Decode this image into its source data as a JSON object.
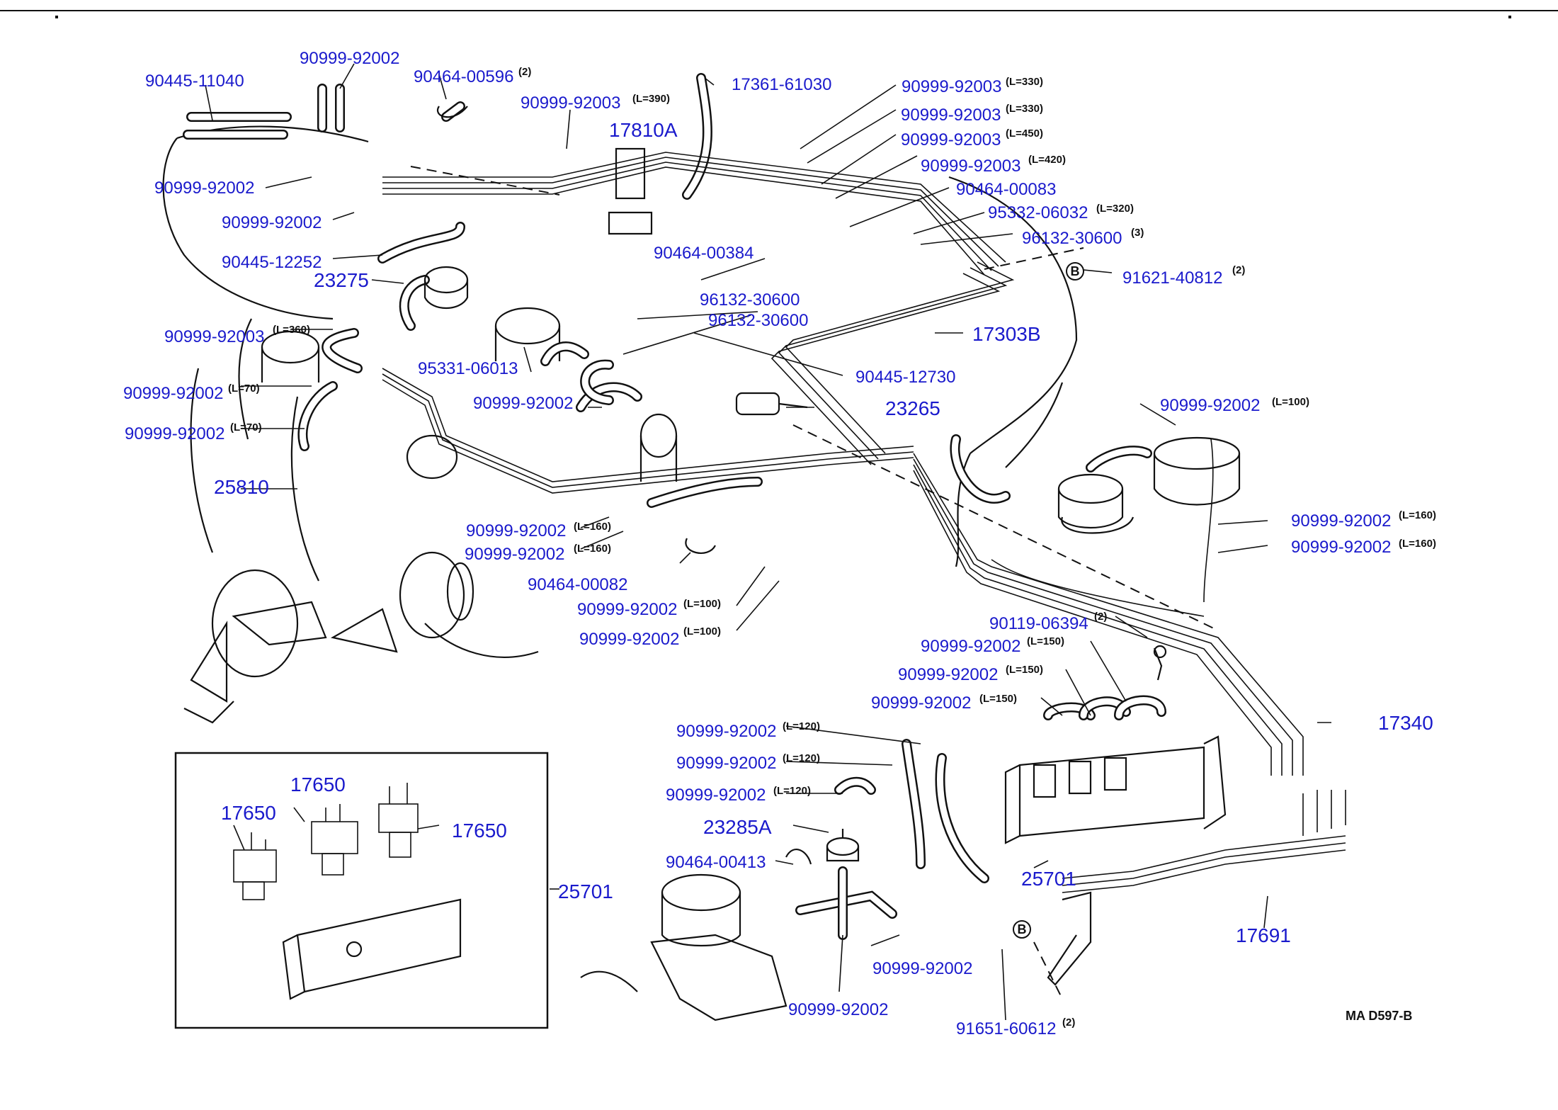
{
  "page_code": "MA D597-B",
  "labels": [
    {
      "id": "l01",
      "text": "90445-11040",
      "note": ""
    },
    {
      "id": "l02",
      "text": "90999-92002",
      "note": ""
    },
    {
      "id": "l03",
      "text": "90464-00596",
      "note": "(2)"
    },
    {
      "id": "l04",
      "text": "90999-92003",
      "note": "(L=390)"
    },
    {
      "id": "l05",
      "text": "17361-61030",
      "note": ""
    },
    {
      "id": "l06",
      "text": "17810A",
      "note": ""
    },
    {
      "id": "l07",
      "text": "90999-92003",
      "note": "(L=330)"
    },
    {
      "id": "l08",
      "text": "90999-92003",
      "note": "(L=330)"
    },
    {
      "id": "l09",
      "text": "90999-92003",
      "note": "(L=450)"
    },
    {
      "id": "l10",
      "text": "90999-92003",
      "note": "(L=420)"
    },
    {
      "id": "l11",
      "text": "90464-00083",
      "note": ""
    },
    {
      "id": "l12",
      "text": "95332-06032",
      "note": "(L=320)"
    },
    {
      "id": "l13",
      "text": "96132-30600",
      "note": "(3)"
    },
    {
      "id": "l14",
      "text": "91621-40812",
      "note": "(2)"
    },
    {
      "id": "l15",
      "text": "90999-92002",
      "note": ""
    },
    {
      "id": "l16",
      "text": "90999-92002",
      "note": ""
    },
    {
      "id": "l17",
      "text": "90445-12252",
      "note": ""
    },
    {
      "id": "l18",
      "text": "23275",
      "note": ""
    },
    {
      "id": "l19",
      "text": "90464-00384",
      "note": ""
    },
    {
      "id": "l20",
      "text": "96132-30600",
      "note": ""
    },
    {
      "id": "l21",
      "text": "96132-30600",
      "note": ""
    },
    {
      "id": "l22",
      "text": "17303B",
      "note": ""
    },
    {
      "id": "l23",
      "text": "90999-92003",
      "note": "(L=360)"
    },
    {
      "id": "l24",
      "text": "95331-06013",
      "note": ""
    },
    {
      "id": "l25",
      "text": "90445-12730",
      "note": ""
    },
    {
      "id": "l26",
      "text": "90999-92002",
      "note": "(L=70)"
    },
    {
      "id": "l27",
      "text": "90999-92002",
      "note": ""
    },
    {
      "id": "l28",
      "text": "23265",
      "note": ""
    },
    {
      "id": "l29",
      "text": "90999-92002",
      "note": "(L=100)"
    },
    {
      "id": "l30",
      "text": "90999-92002",
      "note": "(L=70)"
    },
    {
      "id": "l31",
      "text": "25810",
      "note": ""
    },
    {
      "id": "l32",
      "text": "90999-92002",
      "note": "(L=160)"
    },
    {
      "id": "l33",
      "text": "90999-92002",
      "note": "(L=160)"
    },
    {
      "id": "l34",
      "text": "90999-92002",
      "note": "(L=160)"
    },
    {
      "id": "l35",
      "text": "90999-92002",
      "note": "(L=160)"
    },
    {
      "id": "l36",
      "text": "90464-00082",
      "note": ""
    },
    {
      "id": "l37",
      "text": "90999-92002",
      "note": "(L=100)"
    },
    {
      "id": "l38",
      "text": "90999-92002",
      "note": "(L=100)"
    },
    {
      "id": "l39",
      "text": "90119-06394",
      "note": "(2)"
    },
    {
      "id": "l40",
      "text": "90999-92002",
      "note": "(L=150)"
    },
    {
      "id": "l41",
      "text": "90999-92002",
      "note": "(L=150)"
    },
    {
      "id": "l42",
      "text": "90999-92002",
      "note": "(L=150)"
    },
    {
      "id": "l43",
      "text": "17340",
      "note": ""
    },
    {
      "id": "l44",
      "text": "90999-92002",
      "note": "(L=120)"
    },
    {
      "id": "l45",
      "text": "90999-92002",
      "note": "(L=120)"
    },
    {
      "id": "l46",
      "text": "90999-92002",
      "note": "(L=120)"
    },
    {
      "id": "l47",
      "text": "17650",
      "note": ""
    },
    {
      "id": "l48",
      "text": "17650",
      "note": ""
    },
    {
      "id": "l49",
      "text": "17650",
      "note": ""
    },
    {
      "id": "l50",
      "text": "23285A",
      "note": ""
    },
    {
      "id": "l51",
      "text": "25701",
      "note": ""
    },
    {
      "id": "l52",
      "text": "90464-00413",
      "note": ""
    },
    {
      "id": "l53",
      "text": "25701",
      "note": ""
    },
    {
      "id": "l54",
      "text": "17691",
      "note": ""
    },
    {
      "id": "l55",
      "text": "90999-92002",
      "note": ""
    },
    {
      "id": "l56",
      "text": "90999-92002",
      "note": ""
    },
    {
      "id": "l57",
      "text": "91651-60612",
      "note": "(2)"
    }
  ],
  "markers": [
    "B",
    "B"
  ],
  "colors": {
    "label": "#1a1acc",
    "line": "#111111",
    "background": "#ffffff"
  }
}
